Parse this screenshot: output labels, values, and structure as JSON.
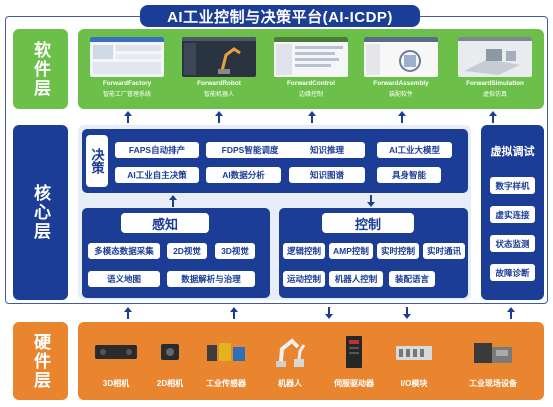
{
  "title": "AI工业控制与决策平台(AI-ICDP)",
  "colors": {
    "blue": "#1b3d95",
    "green": "#6cc04a",
    "orange": "#e8852e",
    "light": "#e8eef8"
  },
  "layers": {
    "software": "软件层",
    "core": "核心层",
    "hardware": "硬件层"
  },
  "software_apps": [
    {
      "name": "ForwardFactory",
      "sub": "智能工厂管理系统"
    },
    {
      "name": "ForwardRobot",
      "sub": "智能机器人"
    },
    {
      "name": "ForwardControl",
      "sub": "边缘控制"
    },
    {
      "name": "ForwardAssembly",
      "sub": "装配软件"
    },
    {
      "name": "ForwardSimulation",
      "sub": "虚拟仿真"
    }
  ],
  "decision": {
    "label": "决策",
    "items": [
      "FAPS自动排产",
      "FDPS智能调度",
      "知识推理",
      "AI工业大模型",
      "AI工业自主决策",
      "AI数据分析",
      "知识图谱",
      "具身智能"
    ]
  },
  "perception": {
    "title": "感知",
    "items": [
      "多模态数据采集",
      "2D视觉",
      "3D视觉",
      "语义地图",
      "数据解析与治理"
    ]
  },
  "control": {
    "title": "控制",
    "items": [
      "逻辑控制",
      "AMP控制",
      "实时控制",
      "实时通讯",
      "运动控制",
      "机器人控制",
      "装配语言"
    ]
  },
  "virtual": {
    "title": "虚拟调试",
    "items": [
      "数字样机",
      "虚实连接",
      "状态监测",
      "故障诊断"
    ]
  },
  "hardware": {
    "items": [
      "3D相机",
      "2D相机",
      "工业传感器",
      "机器人",
      "伺服驱动器",
      "I/O模块",
      "工业现场设备"
    ],
    "icons": [
      "camera-3d-icon",
      "camera-2d-icon",
      "sensor-icon",
      "robot-arm-icon",
      "servo-drive-icon",
      "io-module-icon",
      "field-device-icon"
    ]
  }
}
